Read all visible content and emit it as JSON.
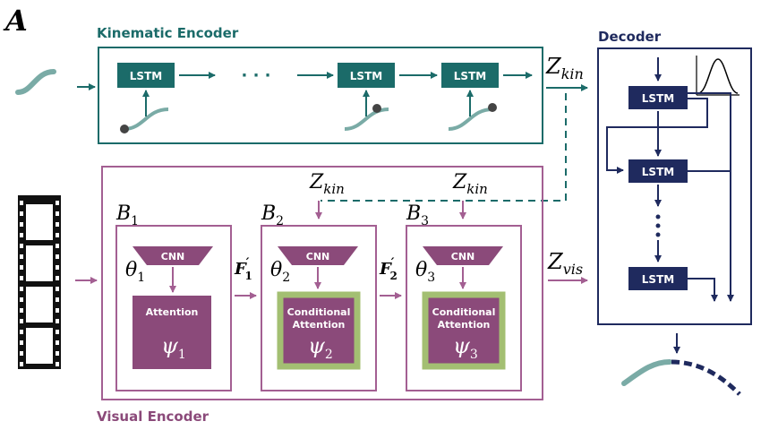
{
  "panel_letter": "A",
  "kinematic_encoder": {
    "title": "Kinematic Encoder",
    "lstm_label": "LSTM",
    "ellipsis": "· · ·"
  },
  "visual_encoder": {
    "title": "Visual Encoder",
    "blocks": [
      {
        "label": "B",
        "sub": "1",
        "theta": "θ",
        "theta_sub": "1",
        "cnn": "CNN",
        "attn_line1": "Attention",
        "attn_line2": "",
        "psi": "ψ",
        "psi_sub": "1"
      },
      {
        "label": "B",
        "sub": "2",
        "theta": "θ",
        "theta_sub": "2",
        "cnn": "CNN",
        "attn_line1": "Conditional",
        "attn_line2": "Attention",
        "psi": "ψ",
        "psi_sub": "2"
      },
      {
        "label": "B",
        "sub": "3",
        "theta": "θ",
        "theta_sub": "3",
        "cnn": "CNN",
        "attn_line1": "Conditional",
        "attn_line2": "Attention",
        "psi": "ψ",
        "psi_sub": "3"
      }
    ],
    "features": [
      {
        "base": "F",
        "prime": "′",
        "sub": "1"
      },
      {
        "base": "F",
        "prime": "′",
        "sub": "2"
      }
    ]
  },
  "decoder": {
    "title": "Decoder",
    "lstm_label": "LSTM"
  },
  "latents": {
    "z": "Z",
    "kin_sub": "kin",
    "vis_sub": "vis"
  },
  "colors": {
    "teal": "#1b6b69",
    "teal_light": "#7aaba6",
    "purple": "#8b4a7a",
    "purple_light": "#b983a9",
    "navy": "#1f2a5e",
    "green": "#a3bf72"
  }
}
